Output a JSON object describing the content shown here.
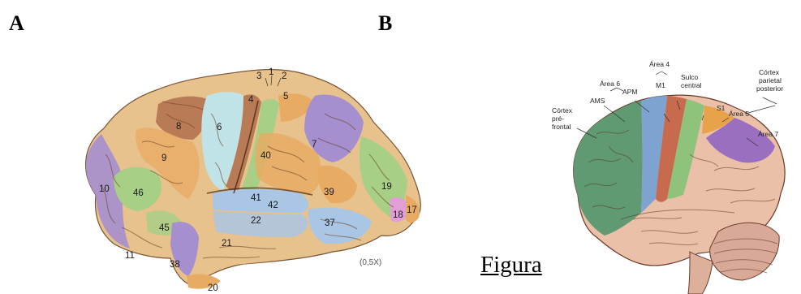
{
  "panels": {
    "a": "A",
    "b": "B"
  },
  "caption": "Figura",
  "brain_a": {
    "scale": "(0,5X)",
    "areas": [
      {
        "id": "1",
        "label": "1"
      },
      {
        "id": "2",
        "label": "2"
      },
      {
        "id": "3",
        "label": "3"
      },
      {
        "id": "4",
        "label": "4"
      },
      {
        "id": "5",
        "label": "5"
      },
      {
        "id": "6",
        "label": "6"
      },
      {
        "id": "7",
        "label": "7"
      },
      {
        "id": "8",
        "label": "8"
      },
      {
        "id": "9",
        "label": "9"
      },
      {
        "id": "10",
        "label": "10"
      },
      {
        "id": "11",
        "label": "11"
      },
      {
        "id": "17",
        "label": "17"
      },
      {
        "id": "18",
        "label": "18"
      },
      {
        "id": "19",
        "label": "19"
      },
      {
        "id": "20",
        "label": "20"
      },
      {
        "id": "21",
        "label": "21"
      },
      {
        "id": "22",
        "label": "22"
      },
      {
        "id": "37",
        "label": "37"
      },
      {
        "id": "38",
        "label": "38"
      },
      {
        "id": "39",
        "label": "39"
      },
      {
        "id": "40",
        "label": "40"
      },
      {
        "id": "41",
        "label": "41"
      },
      {
        "id": "42",
        "label": "42"
      },
      {
        "id": "45",
        "label": "45"
      },
      {
        "id": "46",
        "label": "46"
      }
    ]
  },
  "brain_b": {
    "labels": {
      "area6": "Área 6",
      "area4": "Área 4",
      "ams": "AMS",
      "apm": "APM",
      "m1": "M1",
      "sulco_1": "Sulco",
      "sulco_2": "central",
      "s1": "S1",
      "cortex_parietal_1": "Córtex",
      "cortex_parietal_2": "parietal",
      "cortex_parietal_3": "posterior",
      "area5": "Área 5",
      "area7": "Área 7",
      "prefrontal_1": "Córtex",
      "prefrontal_2": "pré-",
      "prefrontal_3": "frontal"
    }
  },
  "colors": {
    "purple": "#a58fcf",
    "green": "#a8cf86",
    "orange": "#e8ab64",
    "tan": "#e7c28d",
    "blue": "#a9c6e4",
    "cyan": "#bfe3e6",
    "brown": "#b97b55",
    "pink": "#e29ed6",
    "dark_green": "#5f9a72",
    "motor_red": "#c76a4e",
    "cortex_pink": "#ebc0a8"
  }
}
